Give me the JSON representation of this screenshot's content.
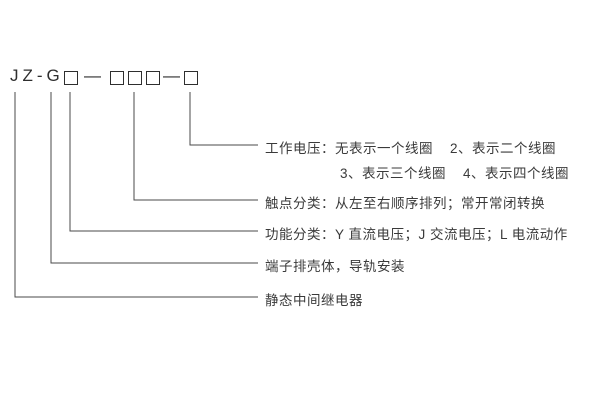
{
  "model": {
    "prefix": "JZ-G",
    "dash1": "—",
    "dash2": "—"
  },
  "annotations": {
    "working_voltage_line1": "工作电压：无表示一个线圈    2、表示二个线圈",
    "working_voltage_line2": "3、表示三个线圈    4、表示四个线圈",
    "contact_class": "触点分类：从左至右顺序排列；常开常闭转换",
    "function_class": "功能分类：Y 直流电压；J 交流电压；L 电流动作",
    "housing": "端子排壳体，导轨安装",
    "relay_type": "静态中间继电器"
  }
}
